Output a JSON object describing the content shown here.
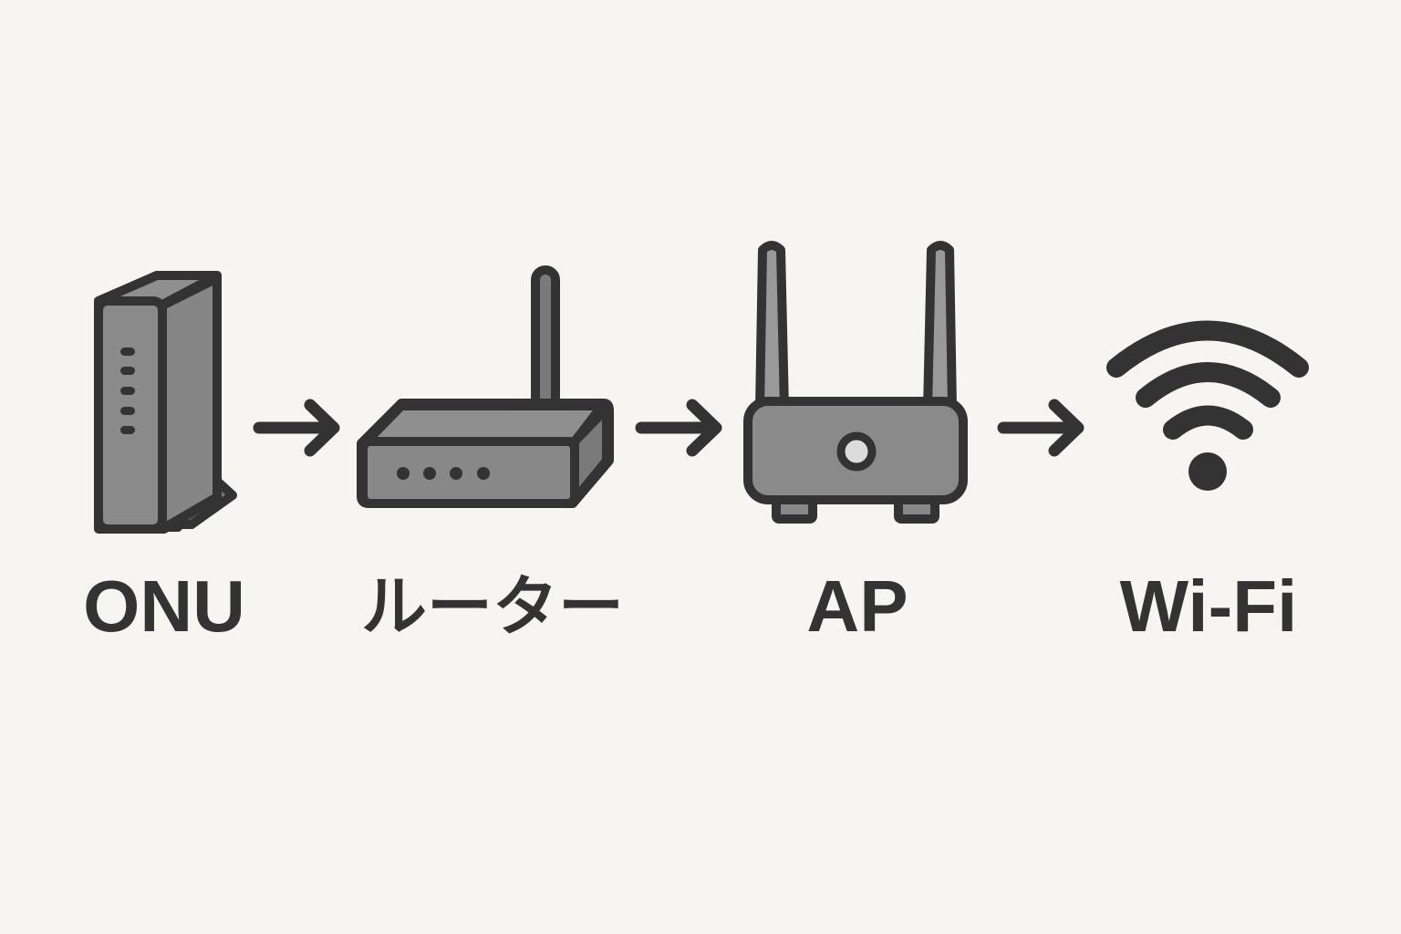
{
  "title": "Home network flow",
  "nodes": [
    {
      "id": "onu",
      "label": "ONU",
      "icon": "onu-device-icon"
    },
    {
      "id": "router",
      "label": "ルーター",
      "icon": "router-icon"
    },
    {
      "id": "ap",
      "label": "AP",
      "icon": "access-point-icon"
    },
    {
      "id": "wifi",
      "label": "Wi-Fi",
      "icon": "wifi-icon"
    }
  ],
  "edges": [
    {
      "from": "onu",
      "to": "router"
    },
    {
      "from": "router",
      "to": "ap"
    },
    {
      "from": "ap",
      "to": "wifi"
    }
  ],
  "colors": {
    "background": "#f6f5f1",
    "outline": "#333333",
    "fill": "#8a8a8a",
    "led": "#333333",
    "ap_button": "#dcdcdc"
  }
}
